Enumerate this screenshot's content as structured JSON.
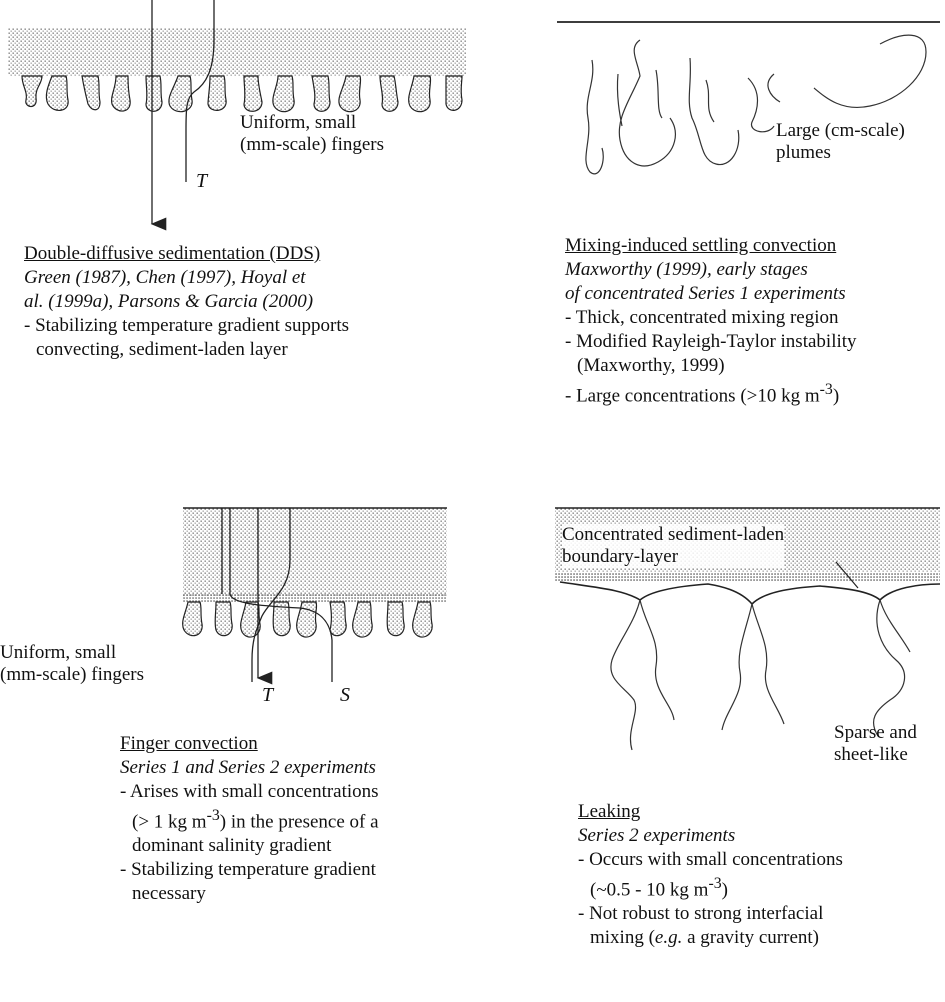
{
  "panels": {
    "dds": {
      "label_fingers": [
        "Uniform, small",
        "(mm-scale) fingers"
      ],
      "symbol_T": "T",
      "title": "Double-diffusive sedimentation (DDS)",
      "refs": [
        "Green (1987), Chen (1997), Hoyal et",
        "al. (1999a), Parsons & Garcia (2000)"
      ],
      "bullets": [
        "- Stabilizing temperature gradient supports",
        "convecting, sediment-laden layer"
      ]
    },
    "mixing": {
      "label_plumes": [
        "Large (cm-scale)",
        "plumes"
      ],
      "title": "Mixing-induced settling convection",
      "refs": [
        "Maxworthy (1999), early stages",
        "of concentrated Series 1 experiments"
      ],
      "bullets": [
        "- Thick, concentrated mixing region",
        "- Modified Rayleigh-Taylor instability",
        "(Maxworthy, 1999)",
        "- Large concentrations (>10 kg m",
        "-3",
        ")"
      ]
    },
    "finger": {
      "label_fingers": [
        "Uniform, small",
        "(mm-scale) fingers"
      ],
      "symbol_T": "T",
      "symbol_S": "S",
      "title": "Finger convection",
      "refs": [
        "Series 1 and Series 2 experiments"
      ],
      "bullets": [
        "- Arises with small concentrations",
        "(> 1 kg m",
        "-3",
        ") in the presence of a",
        "dominant salinity gradient",
        "- Stabilizing temperature gradient",
        "necessary"
      ]
    },
    "leaking": {
      "label_layer": [
        "Concentrated sediment-laden",
        "boundary-layer"
      ],
      "label_sheets": [
        "Sparse and",
        "sheet-like"
      ],
      "title": "Leaking",
      "refs": [
        "Series 2 experiments"
      ],
      "bullets": [
        "- Occurs with small concentrations",
        "(~0.5 - 10 kg m",
        "-3",
        ")",
        "- Not robust to strong interfacial",
        "mixing (",
        "e.g.",
        " a gravity current)"
      ]
    }
  }
}
